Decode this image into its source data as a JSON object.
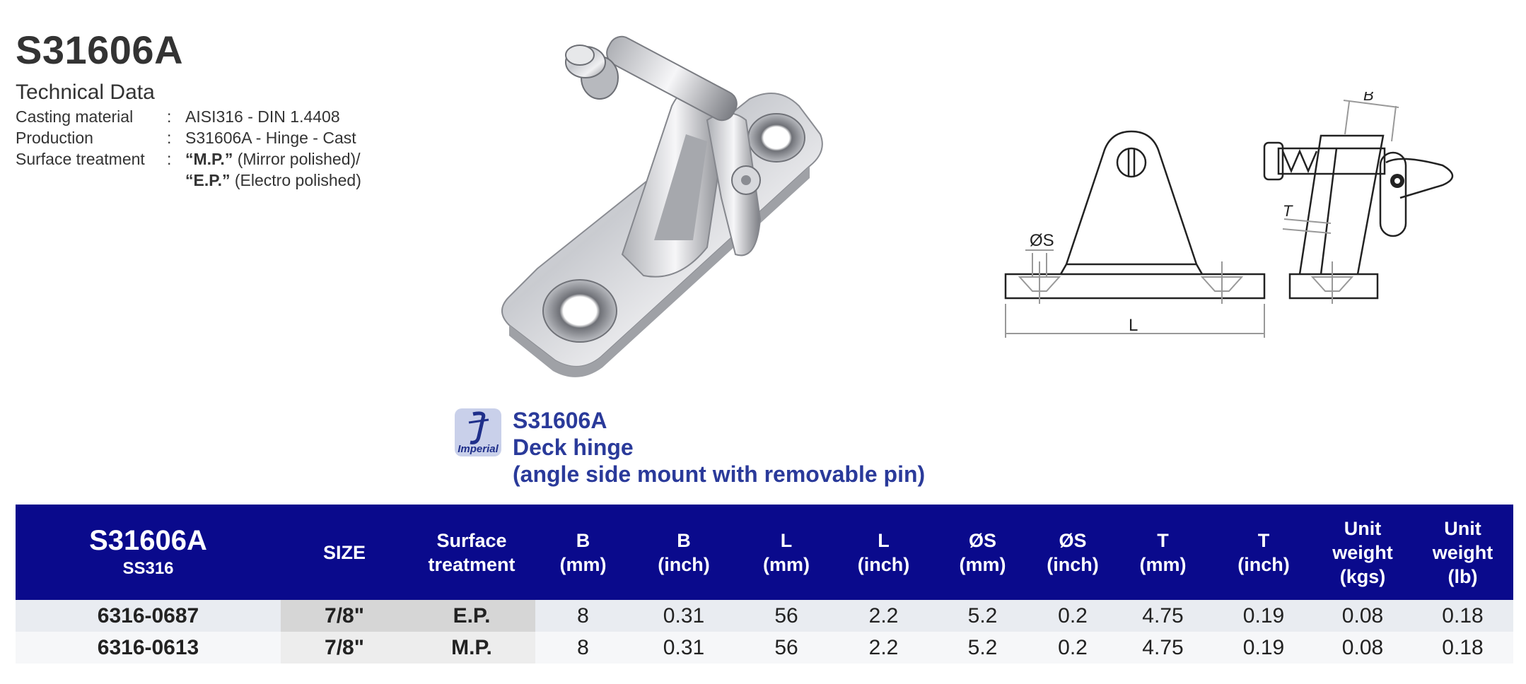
{
  "header": {
    "title": "S31606A",
    "subtitle": "Technical Data"
  },
  "specs": [
    {
      "label": "Casting material",
      "value": "AISI316 - DIN 1.4408"
    },
    {
      "label": "Production",
      "value": "S31606A - Hinge - Cast"
    },
    {
      "label": "Surface treatment",
      "value_bold": "“M.P.”",
      "value": "(Mirror polished)/"
    },
    {
      "label": "",
      "value_bold": "“E.P.”",
      "value": "(Electro polished)"
    }
  ],
  "drawing": {
    "label_S": "ØS",
    "label_L": "L",
    "label_B": "B",
    "label_T": "T"
  },
  "logo": {
    "text": "Imperial"
  },
  "caption": {
    "code": "S31606A",
    "name": "Deck hinge",
    "detail": "(angle side mount with removable pin)"
  },
  "table": {
    "model": "S31606A",
    "material": "SS316",
    "headers": [
      [
        "SIZE"
      ],
      [
        "Surface",
        "treatment"
      ],
      [
        "B",
        "(mm)"
      ],
      [
        "B",
        "(inch)"
      ],
      [
        "L",
        "(mm)"
      ],
      [
        "L",
        "(inch)"
      ],
      [
        "ØS",
        "(mm)"
      ],
      [
        "ØS",
        "(inch)"
      ],
      [
        "T",
        "(mm)"
      ],
      [
        "T",
        "(inch)"
      ],
      [
        "Unit",
        "weight",
        "(kgs)"
      ],
      [
        "Unit",
        "weight",
        "(lb)"
      ]
    ],
    "rows": [
      [
        "6316-0687",
        "7/8\"",
        "E.P.",
        "8",
        "0.31",
        "56",
        "2.2",
        "5.2",
        "0.2",
        "4.75",
        "0.19",
        "0.08",
        "0.18"
      ],
      [
        "6316-0613",
        "7/8\"",
        "M.P.",
        "8",
        "0.31",
        "56",
        "2.2",
        "5.2",
        "0.2",
        "4.75",
        "0.19",
        "0.08",
        "0.18"
      ]
    ]
  },
  "colors": {
    "header_bg": "#0a0a8c",
    "caption_blue": "#2a3a9a"
  }
}
